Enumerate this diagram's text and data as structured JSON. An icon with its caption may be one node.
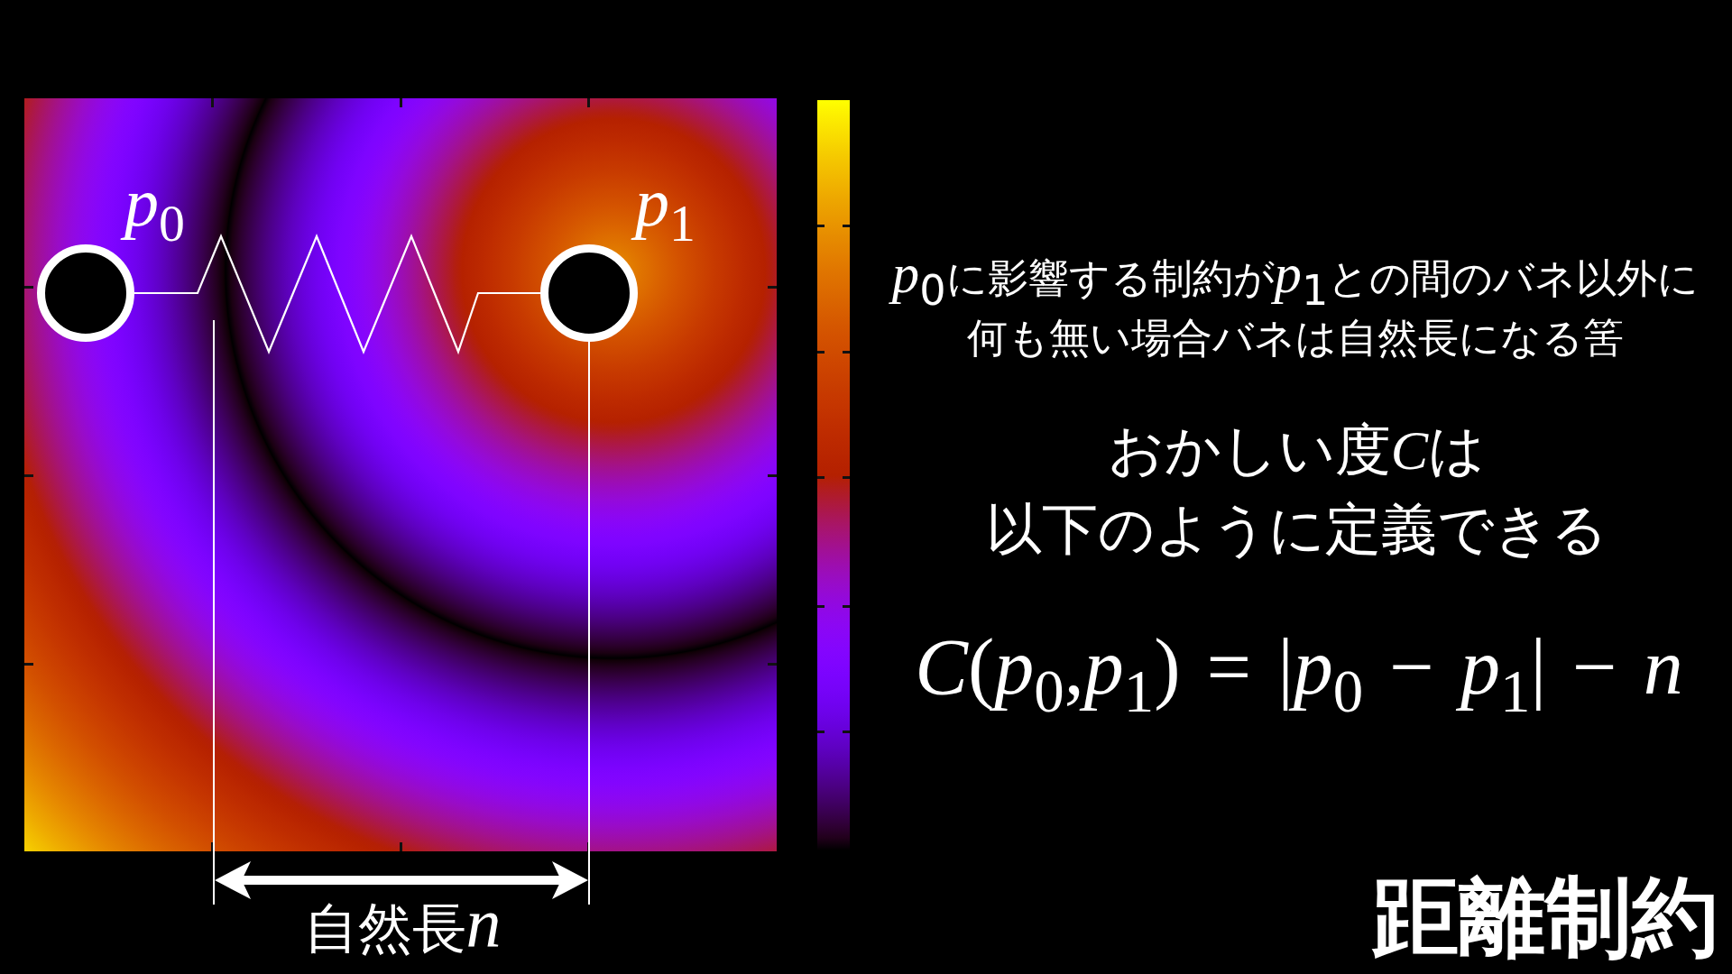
{
  "diagram": {
    "title": "距離制約",
    "nodes": [
      {
        "text": [],
        "shape": "circle",
        "beside": [
          "p$_{0}$"
        ]
      },
      {
        "text": [],
        "shape": "circle",
        "beside": [
          "p$_{1}$"
        ]
      }
    ],
    "edges": [
      {
        "from": 0,
        "to": 1,
        "arrow": "none"
      }
    ],
    "labels": [
      "p$_{0}$に影響する制約がp$_{1}$との間のバネ以外に何も無い場合バネは自然長になる筈",
      "おかしい度Cは以下のように定義できる",
      "C(p$_{0}$,p$_{1}$) = |p$_{0}$ − p$_{1}$| − n",
      "自然長n"
    ]
  }
}
